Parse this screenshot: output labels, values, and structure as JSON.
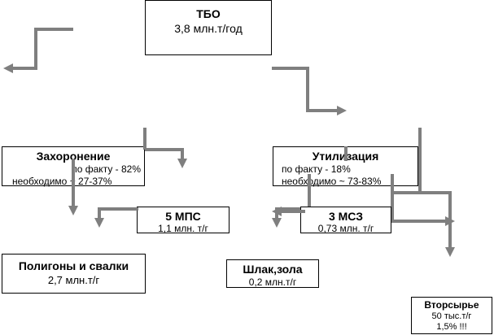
{
  "colors": {
    "arrow": "#7f7f7f",
    "border": "#000000",
    "background": "#ffffff"
  },
  "nodes": {
    "tbo": {
      "title": "ТБО",
      "amount": "3,8 млн.т/год"
    },
    "burial": {
      "title": "Захоронение",
      "actual": "по факту  - 82%",
      "required": "необходимо ~ 27-37%"
    },
    "utilization": {
      "title": "Утилизация",
      "actual": "по факту  - 18%",
      "required": "необходимо ~ 73-83%"
    },
    "mps": {
      "title": "5 МПС",
      "amount": "1,1 млн. т/г"
    },
    "msz": {
      "title": "3 МСЗ",
      "amount": "0,73 млн. т/г"
    },
    "landfills": {
      "title": "Полигоны и свалки",
      "amount": "2,7 млн.т/г"
    },
    "slag": {
      "title": "Шлак,зола",
      "amount": "0,2 млн.т/г"
    },
    "recyclables": {
      "title": "Вторсырье",
      "amount": "50 тыс.т/г",
      "share": "1,5% !!!"
    }
  }
}
